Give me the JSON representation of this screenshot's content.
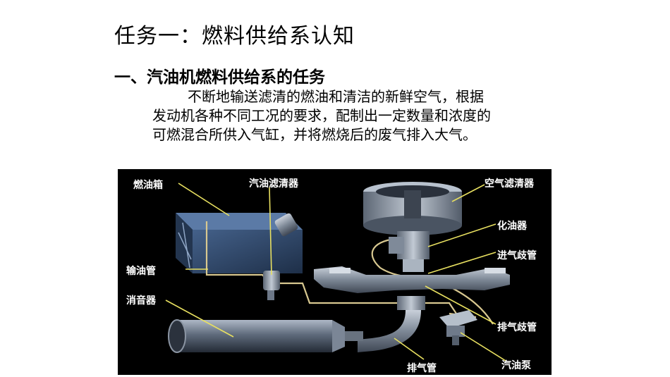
{
  "slide": {
    "title": "任务一：燃料供给系认知",
    "heading": "一、汽油机燃料供给系的任务",
    "paragraph_lines": [
      "不断地输送滤清的燃油和清洁的新鲜空气，根据",
      "发动机各种不同工况的要求，配制出一定数量和浓度的",
      "可燃混合所供入气缸，并将燃烧后的废气排入大气。"
    ]
  },
  "diagram": {
    "labels": {
      "fuel_tank": "燃油箱",
      "fuel_filter": "汽油滤清器",
      "air_filter": "空气滤清器",
      "carburetor": "化油器",
      "intake_manifold": "进气歧管",
      "fuel_line": "输油管",
      "muffler": "消音器",
      "exhaust_manifold": "排气歧管",
      "exhaust_pipe": "排气管",
      "fuel_pump": "汽油泵"
    },
    "colors": {
      "background": "#000000",
      "label_text": "#ffffff",
      "leader_line": "#e8e060",
      "fuel_line": "#d8c890",
      "metal": "#9aa4b2",
      "tank": "#2e4668"
    }
  }
}
